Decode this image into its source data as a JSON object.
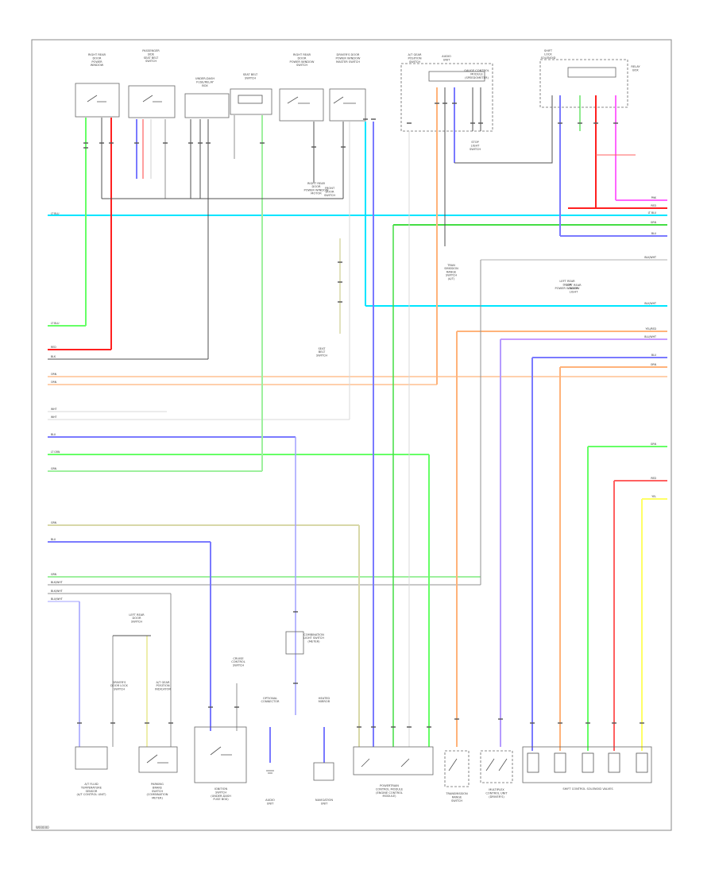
{
  "diagram": {
    "footer_code": "W00000",
    "bus_line_labels": [
      "LT BLU",
      "LT BLU",
      "RED",
      "BLK",
      "ORN",
      "ORN",
      "WHT",
      "WHT",
      "BLU",
      "LT GRN",
      "GRN",
      "GRN",
      "BLU",
      "GRN",
      "BLK/WHT",
      "BLK/WHT",
      "BLU/WHT"
    ],
    "right_wire_labels": [
      "PNK",
      "RED",
      "LT BLU",
      "GRN",
      "BLU",
      "BLK/WHT",
      "BLK/WHT",
      "YEL/RED",
      "BLU/WHT",
      "BLU",
      "ORN",
      "GRN",
      "RED",
      "YEL"
    ],
    "components": [
      {
        "id": "c1",
        "lines": [
          "RIGHT REAR",
          "DOOR",
          "POWER",
          "WINDOW"
        ]
      },
      {
        "id": "c2",
        "lines": [
          "PASSENGER",
          "SIDE",
          "SEAT BELT",
          "SWITCH"
        ]
      },
      {
        "id": "c3",
        "lines": [
          "UNDER-DASH",
          "FUSE/RELAY",
          "BOX"
        ]
      },
      {
        "id": "c4",
        "lines": [
          "SEAT BELT",
          "SWITCH"
        ]
      },
      {
        "id": "c5",
        "lines": [
          "RIGHT REAR",
          "DOOR",
          "POWER WINDOW",
          "SWITCH"
        ]
      },
      {
        "id": "c6",
        "lines": [
          "DRIVER'S DOOR",
          "POWER WINDOW",
          "MASTER SWITCH"
        ]
      },
      {
        "id": "c7",
        "lines": [
          "A/T GEAR",
          "POSITION",
          "SWITCH"
        ]
      },
      {
        "id": "c8",
        "lines": [
          "AUDIO",
          "UNIT"
        ]
      },
      {
        "id": "c9",
        "lines": [
          "GAUGE CONTROL",
          "MODULE",
          "(SPEEDOMETER)"
        ]
      },
      {
        "id": "c10",
        "lines": [
          "LEFT REAR",
          "DOOR",
          "POWER WINDOW"
        ]
      },
      {
        "id": "c11",
        "lines": [
          "STOP",
          "LIGHT",
          "SWITCH"
        ]
      },
      {
        "id": "c12",
        "lines": [
          "SHIFT",
          "LOCK",
          "SOLENOID"
        ]
      },
      {
        "id": "c13",
        "lines": [
          "FRONT",
          "DOOR",
          "SWITCH"
        ]
      },
      {
        "id": "c14",
        "lines": [
          "RELAY",
          "BOX"
        ]
      }
    ],
    "bottom_captions": [
      {
        "id": "b1",
        "lines": [
          "A/T FLUID",
          "TEMPERATURE",
          "SENSOR",
          "(A/T CONTROL UNIT)"
        ]
      },
      {
        "id": "b2",
        "lines": [
          "PARKING",
          "BRAKE",
          "SWITCH",
          "(COMBINATION",
          "METER)"
        ]
      },
      {
        "id": "b3",
        "lines": [
          "IGNITION",
          "SWITCH",
          "(UNDER-DASH",
          "FUSE BOX)"
        ]
      },
      {
        "id": "b4",
        "lines": [
          "AUDIO",
          "UNIT"
        ]
      },
      {
        "id": "b5",
        "lines": [
          "NAVIGATION",
          "UNIT"
        ]
      },
      {
        "id": "b6",
        "lines": [
          "POWERTRAIN",
          "CONTROL MODULE",
          "(ENGINE CONTROL",
          "MODULE)"
        ]
      },
      {
        "id": "b7",
        "lines": [
          "TRANSMISSION",
          "RANGE",
          "SWITCH"
        ]
      },
      {
        "id": "b8",
        "lines": [
          "MULTIPLEX",
          "CONTROL UNIT",
          "(DRIVER'S)"
        ]
      },
      {
        "id": "b9",
        "lines": [
          "SHIFT CONTROL SOLENOID VALVES"
        ]
      }
    ],
    "misc_labels": [
      {
        "id": "m1",
        "lines": [
          "RIGHT REAR",
          "DOOR",
          "POWER WINDOW",
          "MOTOR"
        ]
      },
      {
        "id": "m2",
        "lines": [
          "SEAT",
          "BELT",
          "SWITCH"
        ]
      },
      {
        "id": "m3",
        "lines": [
          "TRAN",
          "SMISSION",
          "RANGE",
          "SWITCH",
          "(A/T)"
        ]
      },
      {
        "id": "m4",
        "lines": [
          "LEFT REAR",
          "DOOR",
          "LIGHT"
        ]
      },
      {
        "id": "m5",
        "lines": [
          "COMBINATION",
          "LIGHT SWITCH",
          "(METER)"
        ]
      },
      {
        "id": "m6",
        "lines": [
          "CRUISE",
          "CONTROL",
          "SWITCH"
        ]
      },
      {
        "id": "m7",
        "lines": [
          "OPTIONAL",
          "CONNECTOR"
        ]
      },
      {
        "id": "m8",
        "lines": [
          "LEFT REAR",
          "DOOR",
          "SWITCH"
        ]
      },
      {
        "id": "m9",
        "lines": [
          "HEATED",
          "MIRROR"
        ]
      },
      {
        "id": "m10",
        "lines": [
          "DRIVER'S",
          "DOOR LOCK",
          "SWITCH"
        ]
      },
      {
        "id": "m11",
        "lines": [
          "A/T GEAR",
          "POSITION",
          "INDICATOR"
        ]
      }
    ],
    "colors": {
      "lt_blu": "#00e5ff",
      "red": "#ff2020",
      "blk": "#505050",
      "orn": "#ffb37a",
      "wht": "#cfcfcf",
      "blu": "#7a7aff",
      "lt_grn": "#66ff66",
      "grn": "#9ef09e",
      "grn_dk": "#44dd44",
      "yel": "#ffff66",
      "olive": "#d8d8a8",
      "pnk": "#ff66ff",
      "brn": "#cc9966",
      "gry": "#909090"
    }
  }
}
